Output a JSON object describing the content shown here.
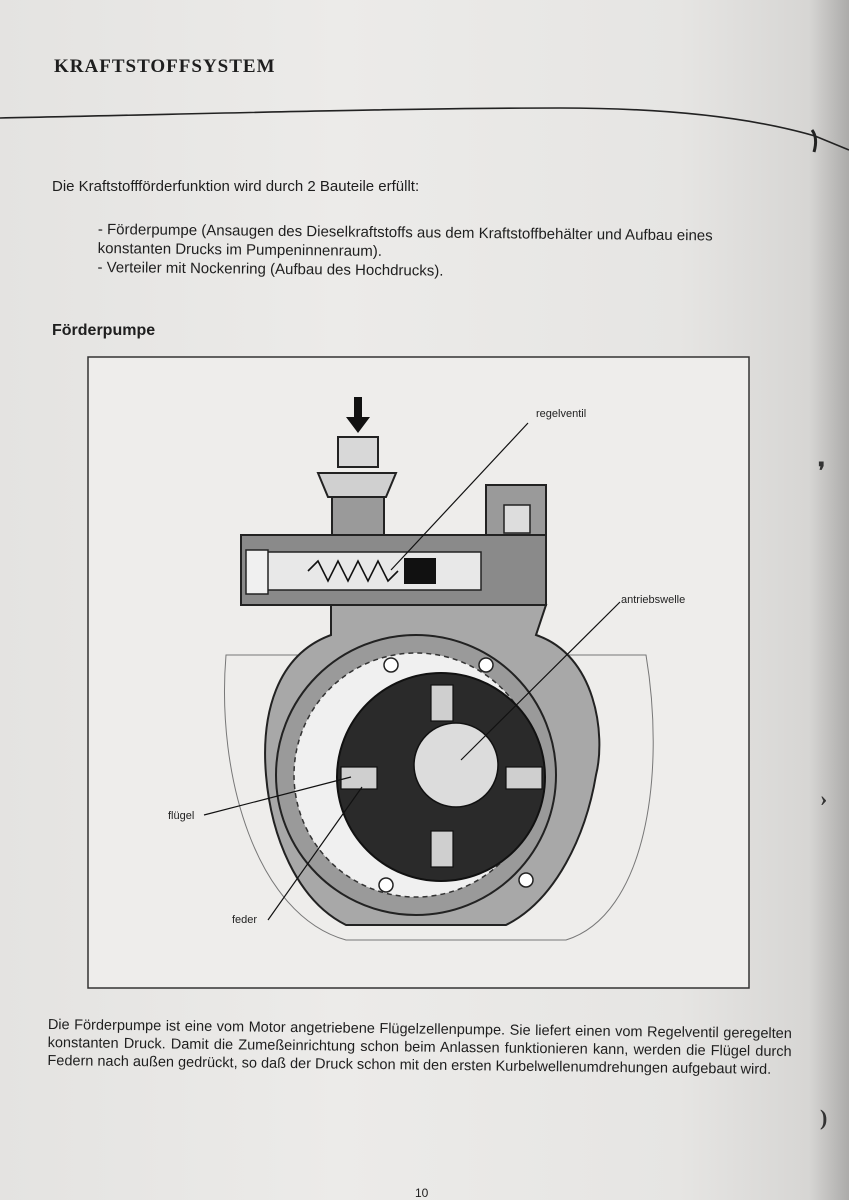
{
  "header": {
    "title": "KRAFTSTOFFSYSTEM"
  },
  "intro": "Die Kraftstoffförderfunktion wird durch 2 Bauteile erfüllt:",
  "list": [
    "- Förderpumpe (Ansaugen des Dieselkraftstoffs aus dem Kraftstoffbehälter und Aufbau eines",
    "konstanten Drucks im Pumpeninnenraum).",
    "- Verteiler mit Nockenring (Aufbau des Hochdrucks)."
  ],
  "section_title": "Förderpumpe",
  "figure": {
    "labels": {
      "regelventil": "regelventil",
      "antriebswelle": "antriebswelle",
      "fluegel": "flügel",
      "feder": "feder"
    }
  },
  "caption": "Die Förderpumpe ist eine vom Motor angetriebene Flügelzellenpumpe. Sie liefert einen vom Regelventil geregelten konstanten Druck. Damit die Zumeßeinrichtung schon beim Anlassen funktionieren kann, werden die Flügel durch Federn nach außen gedrückt, so daß der Druck schon mit den ersten Kurbelwellenumdrehungen aufgebaut wird.",
  "page_number": "10"
}
